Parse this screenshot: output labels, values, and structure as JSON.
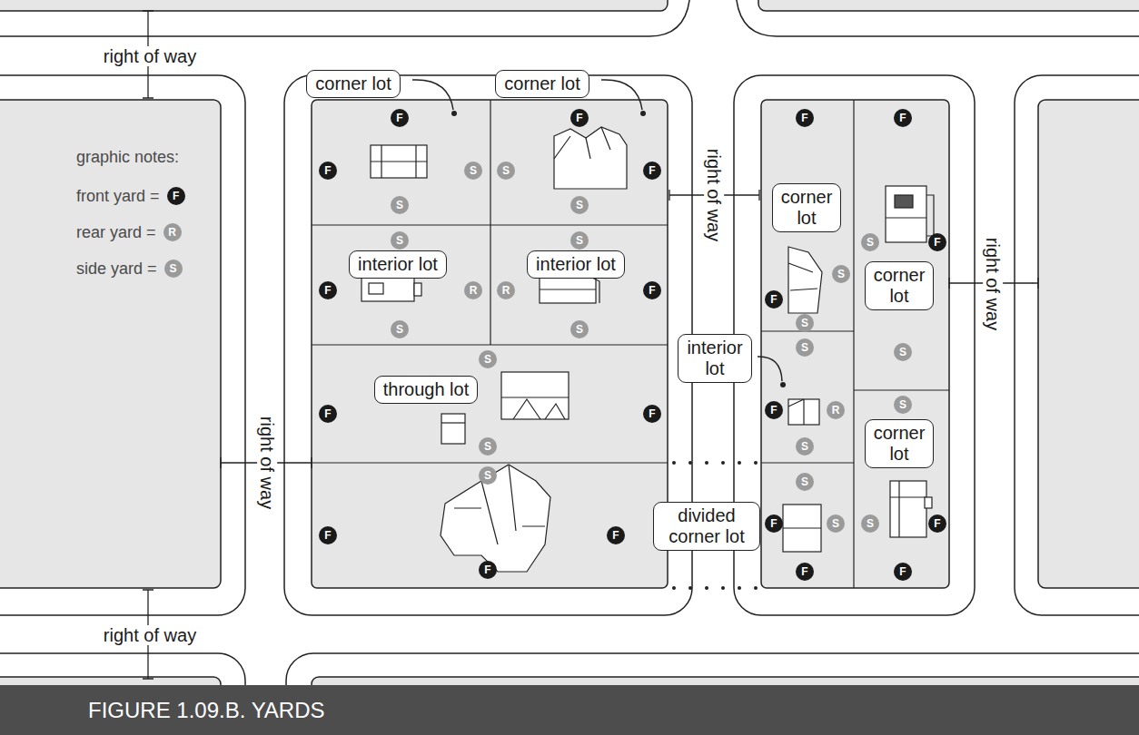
{
  "diagram": {
    "title": "FIGURE 1.09.B. YARDS",
    "nodes": [
      {
        "text": [
          "corner lot"
        ]
      },
      {
        "text": [
          "corner lot"
        ]
      },
      {
        "text": [
          "F"
        ]
      },
      {
        "text": [
          "F"
        ]
      },
      {
        "text": [
          "F"
        ]
      },
      {
        "text": [
          "F"
        ]
      },
      {
        "text": [
          "F"
        ]
      },
      {
        "text": [
          "S"
        ]
      },
      {
        "text": [
          "S"
        ]
      },
      {
        "text": [
          "F"
        ]
      },
      {
        "text": [
          "corner lot"
        ]
      },
      {
        "text": [
          "S"
        ]
      },
      {
        "text": [
          "S"
        ]
      },
      {
        "text": [
          "S"
        ]
      },
      {
        "text": [
          "S"
        ]
      },
      {
        "text": [
          "S"
        ]
      },
      {
        "text": [
          "F"
        ]
      },
      {
        "text": [
          "interior lot"
        ]
      },
      {
        "text": [
          "interior lot"
        ]
      },
      {
        "text": [
          "corner lot"
        ]
      },
      {
        "text": [
          "S"
        ]
      },
      {
        "text": [
          "F"
        ]
      },
      {
        "text": [
          "R"
        ]
      },
      {
        "text": [
          "R"
        ]
      },
      {
        "text": [
          "F"
        ]
      },
      {
        "text": [
          "F"
        ]
      },
      {
        "text": [
          "S"
        ]
      },
      {
        "text": [
          "S"
        ]
      },
      {
        "text": [
          "S"
        ]
      },
      {
        "text": [
          "interior lot"
        ]
      },
      {
        "text": [
          "S"
        ]
      },
      {
        "text": [
          "S"
        ]
      },
      {
        "text": [
          "S"
        ]
      },
      {
        "text": [
          "through lot"
        ]
      },
      {
        "text": [
          "S"
        ]
      },
      {
        "text": [
          "F"
        ]
      },
      {
        "text": [
          "R"
        ]
      },
      {
        "text": [
          "F"
        ]
      },
      {
        "text": [
          "F"
        ]
      },
      {
        "text": [
          "corner lot"
        ]
      },
      {
        "text": [
          "S"
        ]
      },
      {
        "text": [
          "S"
        ]
      },
      {
        "text": [
          "S"
        ]
      },
      {
        "text": [
          "S"
        ]
      },
      {
        "text": [
          "divided corner lot"
        ]
      },
      {
        "text": [
          "F"
        ]
      },
      {
        "text": [
          "S"
        ]
      },
      {
        "text": [
          "S"
        ]
      },
      {
        "text": [
          "F"
        ]
      },
      {
        "text": [
          "F"
        ]
      },
      {
        "text": [
          "F"
        ]
      },
      {
        "text": [
          "F"
        ]
      },
      {
        "text": [
          "F"
        ]
      },
      {
        "text": [
          "F"
        ]
      }
    ],
    "labels": [
      "right of way",
      "right of way",
      "right of way",
      "right of way",
      "right of way",
      "F",
      "R",
      "S",
      "graphic notes:"
    ],
    "legend": [
      {
        "text": "front yard =",
        "color": "#1a1a1a"
      },
      {
        "text": "rear yard =",
        "color": "#9a9a9a"
      },
      {
        "text": "side yard =",
        "color": "#9a9a9a"
      }
    ]
  }
}
